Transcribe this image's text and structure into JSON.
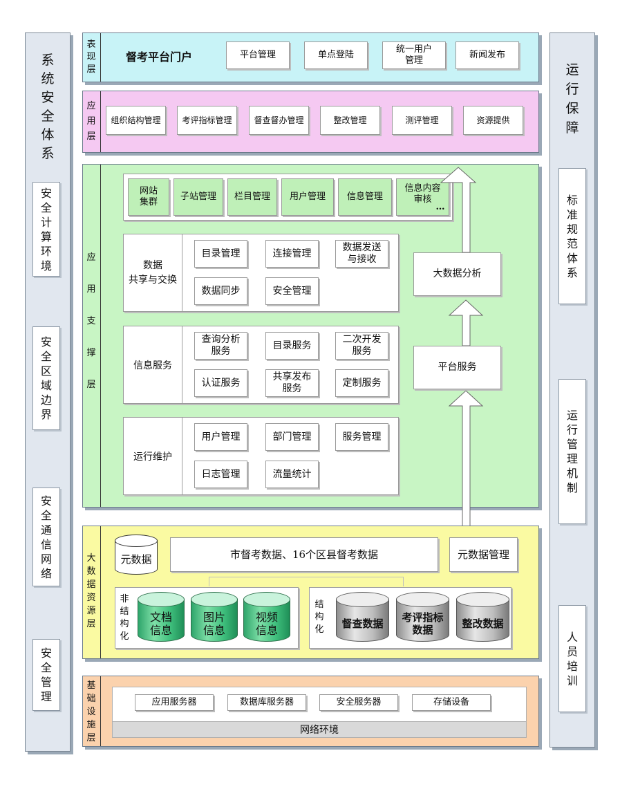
{
  "left_column": {
    "title": [
      "系",
      "统",
      "安",
      "全",
      "体",
      "系"
    ],
    "items": [
      [
        "安",
        "全",
        "计",
        "算",
        "环",
        "境"
      ],
      [
        "安",
        "全",
        "区",
        "域",
        "边",
        "界"
      ],
      [
        "安",
        "全",
        "通",
        "信",
        "网",
        "络"
      ],
      [
        "安",
        "全",
        "管",
        "理"
      ]
    ]
  },
  "right_column": {
    "title": [
      "运",
      "行",
      "保",
      "障"
    ],
    "items": [
      [
        "标",
        "准",
        "规",
        "范",
        "体",
        "系"
      ],
      [
        "运",
        "行",
        "管",
        "理",
        "机",
        "制"
      ],
      [
        "人",
        "员",
        "培",
        "训"
      ]
    ]
  },
  "presentation_layer": {
    "label": [
      "表",
      "现",
      "层"
    ],
    "portal": "督考平台门户",
    "items": [
      "平台管理",
      "单点登陆",
      "统一用户\n管理",
      "新闻发布"
    ]
  },
  "application_layer": {
    "label": [
      "应",
      "用",
      "层"
    ],
    "items": [
      "组织结构管理",
      "考评指标管理",
      "督查督办管理",
      "整改管理",
      "测评管理",
      "资源提供"
    ]
  },
  "support_layer": {
    "label": [
      "应",
      "用",
      "支",
      "撑",
      "层"
    ],
    "cms_items": [
      "网站\n集群",
      "子站管理",
      "栏目管理",
      "用户管理",
      "信息管理",
      "信息内容\n审核"
    ],
    "cms_ellipsis": "…",
    "groups": [
      {
        "title": "数据\n共享与交换",
        "items": [
          "目录管理",
          "连接管理",
          "数据发送\n与接收",
          "数据同步",
          "安全管理"
        ]
      },
      {
        "title": "信息服务",
        "items": [
          "查询分析\n服务",
          "目录服务",
          "二次开发\n服务",
          "认证服务",
          "共享发布\n服务",
          "定制服务"
        ]
      },
      {
        "title": "运行维护",
        "items": [
          "用户管理",
          "部门管理",
          "服务管理",
          "日志管理",
          "流量统计"
        ]
      }
    ],
    "big_data": "大数据分析",
    "platform_service": "平台服务"
  },
  "bigdata_layer": {
    "label": [
      "大",
      "数",
      "据",
      "资",
      "源",
      "层"
    ],
    "metadata": "元数据",
    "sources": "市督考数据、16个区县督考数据",
    "metadata_mgmt": "元数据管理",
    "unstructured_label": [
      "非",
      "结",
      "构",
      "化"
    ],
    "unstructured": [
      "文档\n信息",
      "图片\n信息",
      "视频\n信息"
    ],
    "structured_label": [
      "结",
      "构",
      "化"
    ],
    "structured": [
      "督查数据",
      "考评指标\n数据",
      "整改数据"
    ]
  },
  "infra_layer": {
    "label": [
      "基",
      "础",
      "设",
      "施",
      "层"
    ],
    "items": [
      "应用服务器",
      "数据库服务器",
      "安全服务器",
      "存储设备"
    ],
    "network": "网络环境"
  },
  "colors": {
    "presentation": "#c8f3f7",
    "application": "#f5c9f2",
    "support": "#c8f5c4",
    "bigdata": "#fafaa2",
    "infra": "#fbd2ad",
    "cms_item": "#bff0b8",
    "side": "#e1e7ef"
  }
}
